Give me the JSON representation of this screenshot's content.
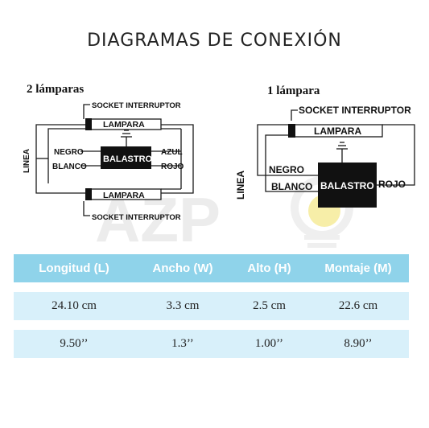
{
  "title": "DIAGRAMAS  DE CONEXIÓN",
  "left_diagram": {
    "caption": "2 lámparas",
    "socket_top": "SOCKET INTERRUPTOR",
    "socket_bottom": "SOCKET INTERRUPTOR",
    "lamp_top": "LAMPARA",
    "lamp_bottom": "LAMPARA",
    "ballast": "BALASTRO",
    "line": "LINEA",
    "negro": "NEGRO",
    "blanco": "BLANCO",
    "azul": "AZUL",
    "rojo": "ROJO"
  },
  "right_diagram": {
    "caption": "1 lámpara",
    "socket": "SOCKET INTERRUPTOR",
    "lamp": "LAMPARA",
    "ballast": "BALASTRO",
    "line": "LINEA",
    "negro": "NEGRO",
    "blanco": "BLANCO",
    "rojo": "ROJO"
  },
  "watermark": "AZP",
  "colors": {
    "header": "#8fd3ea",
    "row": "#d8f0fa",
    "watermark": "#e9e9e9",
    "bulb": "#f3e58a"
  },
  "table": {
    "headers": [
      "Longitud (L)",
      "Ancho (W)",
      "Alto (H)",
      "Montaje (M)"
    ],
    "rows": [
      [
        "24.10 cm",
        "3.3 cm",
        "2.5 cm",
        "22.6 cm"
      ],
      [
        "9.50’’",
        "1.3’’",
        "1.00’’",
        "8.90’’"
      ]
    ]
  }
}
